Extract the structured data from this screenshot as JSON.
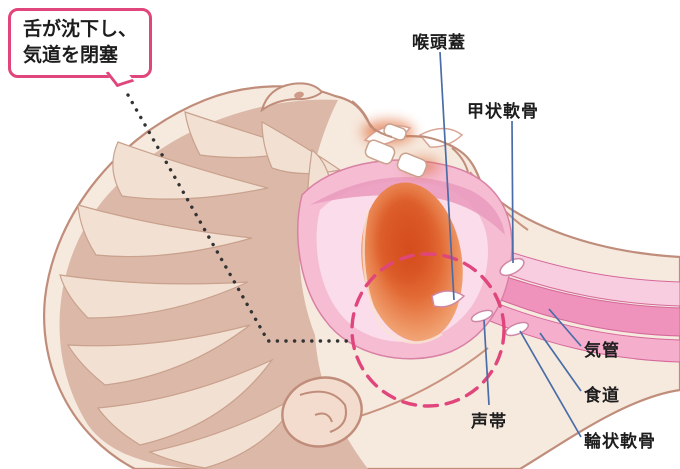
{
  "figure": {
    "callout": {
      "line1": "舌が沈下し、",
      "line2": "気道を閉塞"
    },
    "labels": {
      "epiglottis": "喉頭蓋",
      "thyroid_cartilage": "甲状軟骨",
      "trachea": "気管",
      "esophagus": "食道",
      "cricoid_cartilage": "輪状軟骨",
      "vocal_cords": "声帯"
    },
    "colors": {
      "callout_border": "#e0457b",
      "highlight_circle": "#e0457b",
      "leader_line": "#4a6da8",
      "dotted_line": "#333333",
      "skin": "#f6e9de",
      "skin_shadow": "#dbb8a8",
      "mucosa_pink": "#f5bcd2",
      "tongue_orange": "#d84e20"
    }
  }
}
